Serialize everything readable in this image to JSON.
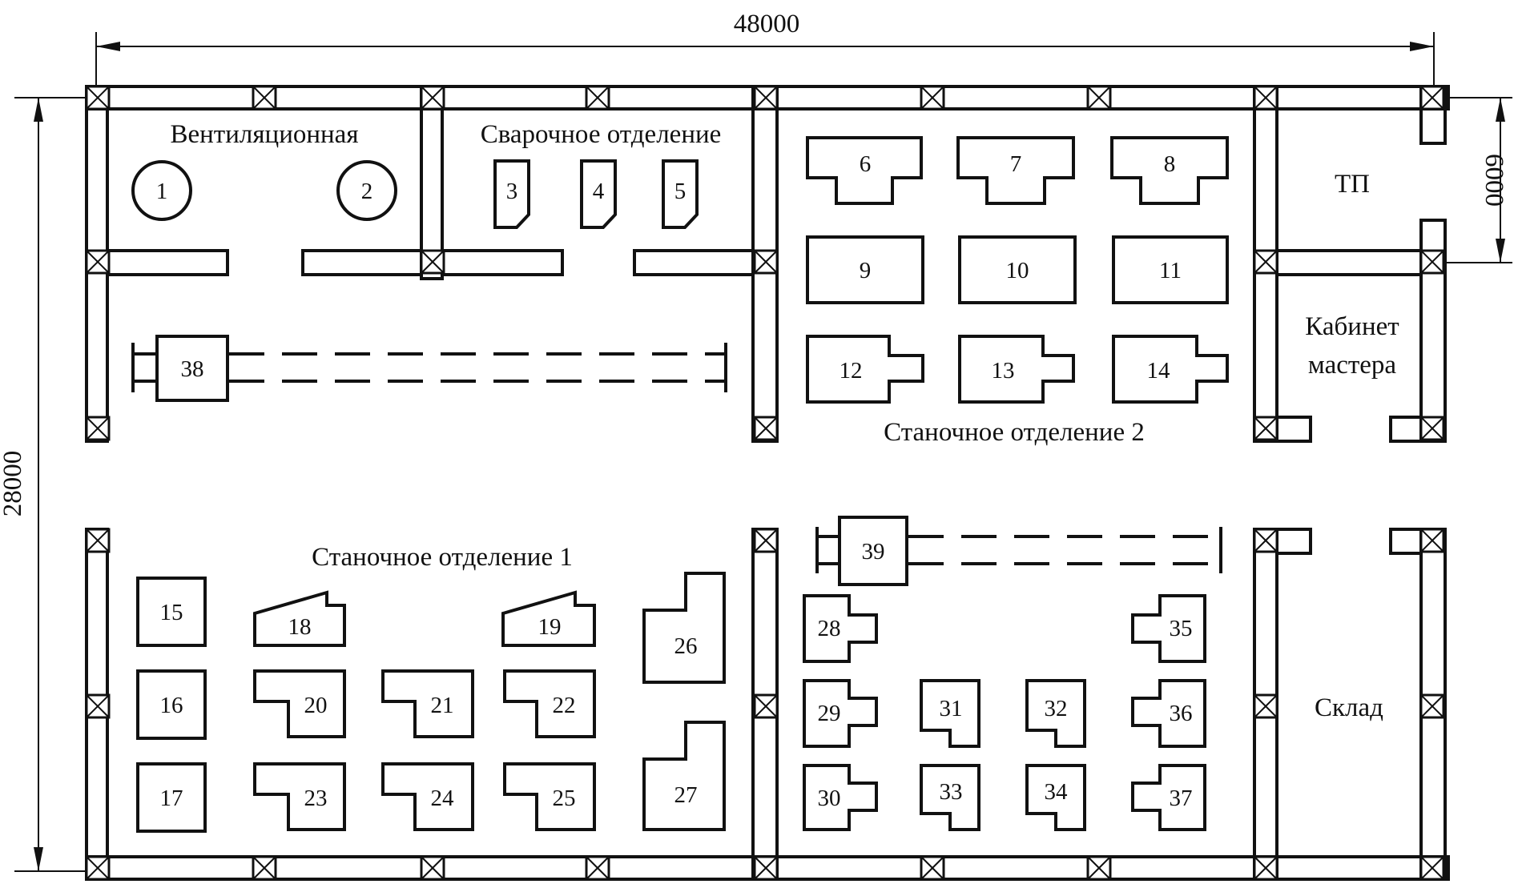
{
  "dimensions": {
    "width": "48000",
    "height": "28000",
    "tp_depth": "6000"
  },
  "rooms": {
    "ventilation": "Вентиляционная",
    "welding": "Сварочное отделение",
    "machine_shop_1": "Станочное отделение 1",
    "machine_shop_2": "Станочное отделение 2",
    "tp": "ТП",
    "foreman_office_line1": "Кабинет",
    "foreman_office_line2": "мастера",
    "warehouse": "Склад"
  },
  "equipment": {
    "e1": "1",
    "e2": "2",
    "e3": "3",
    "e4": "4",
    "e5": "5",
    "e6": "6",
    "e7": "7",
    "e8": "8",
    "e9": "9",
    "e10": "10",
    "e11": "11",
    "e12": "12",
    "e13": "13",
    "e14": "14",
    "e15": "15",
    "e16": "16",
    "e17": "17",
    "e18": "18",
    "e19": "19",
    "e20": "20",
    "e21": "21",
    "e22": "22",
    "e23": "23",
    "e24": "24",
    "e25": "25",
    "e26": "26",
    "e27": "27",
    "e28": "28",
    "e29": "29",
    "e30": "30",
    "e31": "31",
    "e32": "32",
    "e33": "33",
    "e34": "34",
    "e35": "35",
    "e36": "36",
    "e37": "37",
    "e38": "38",
    "e39": "39"
  },
  "colors": {
    "line": "#111111",
    "background": "#ffffff"
  }
}
